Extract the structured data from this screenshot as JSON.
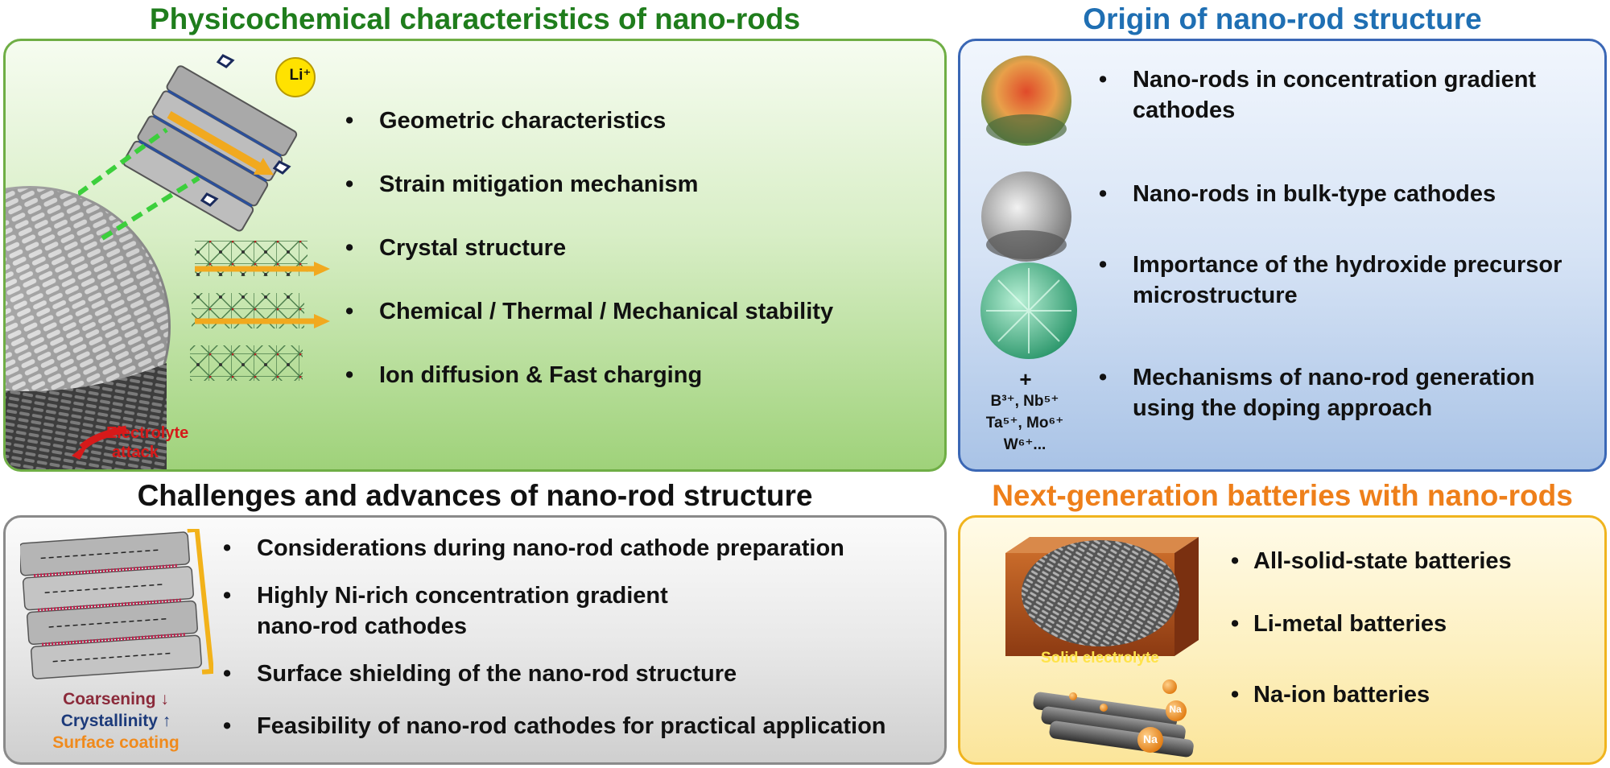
{
  "physico": {
    "title": "Physicochemical characteristics of nano-rods",
    "items": [
      "Geometric characteristics",
      "Strain mitigation mechanism",
      "Crystal structure",
      "Chemical / Thermal / Mechanical stability",
      "Ion diffusion & Fast charging"
    ],
    "li_label": "Li⁺",
    "electrolyte": "Electrolyte",
    "attack": "attack",
    "colors": {
      "title": "#1f7d1c",
      "border": "#6fae45",
      "bg_top": "#f4fbee",
      "bg_bottom": "#9fd27a"
    }
  },
  "origin": {
    "title": "Origin of nano-rod structure",
    "items": [
      "Nano-rods in concentration gradient cathodes",
      "Nano-rods in bulk-type cathodes",
      "Importance of the hydroxide precursor microstructure",
      "Mechanisms of nano-rod generation using the doping approach"
    ],
    "plus": "+",
    "dopants": [
      "B³⁺, Nb⁵⁺",
      "Ta⁵⁺, Mo⁶⁺",
      "W⁶⁺..."
    ],
    "colors": {
      "title": "#1f6fb3",
      "border": "#3a67b5",
      "bg_top": "#f0f5fc",
      "bg_bottom": "#b6cdeb"
    }
  },
  "challenges": {
    "title": "Challenges and advances of nano-rod structure",
    "items": [
      "Considerations during nano-rod cathode preparation",
      "Highly Ni-rich concentration gradient nano-rod cathodes",
      "Surface shielding of the nano-rod structure",
      "Feasibility of nano-rod cathodes for practical application"
    ],
    "coarsening": "Coarsening ↓",
    "crystallinity": "Crystallinity ↑",
    "coating": "Surface coating",
    "colors": {
      "title": "#111111",
      "border": "#8a8a8a",
      "bg_top": "#fbfbfb",
      "bg_bottom": "#cfcfcf",
      "coarsening": "#8b2a3a",
      "crystallinity": "#1c3a7a",
      "coating": "#f08a1c"
    }
  },
  "nextgen": {
    "title": "Next-generation batteries with nano-rods",
    "items": [
      "All-solid-state batteries",
      "Li-metal batteries",
      "Na-ion batteries"
    ],
    "solid": "Solid electrolyte",
    "na": "Na",
    "colors": {
      "title": "#ee7f1a",
      "border": "#f0b41e",
      "bg_top": "#fffbe8",
      "bg_bottom": "#fbe59a"
    }
  }
}
